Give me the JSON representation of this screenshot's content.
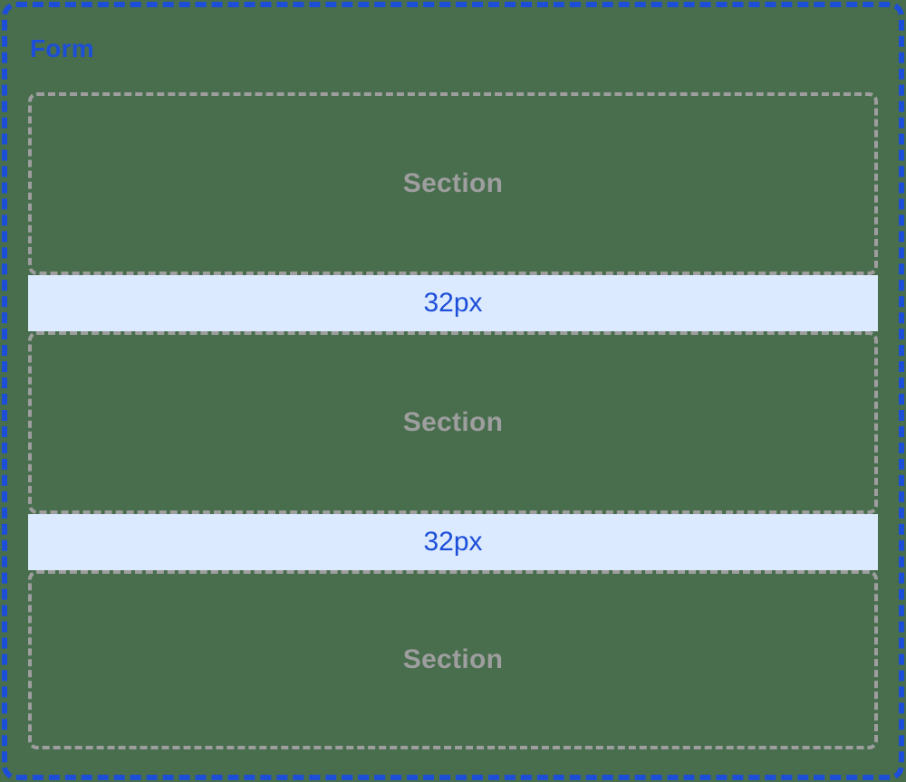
{
  "colors": {
    "background": "#486e4e",
    "form_accent": "#1d4ed8",
    "section_gray": "#9e9e9e",
    "spacer_bg": "#dbeafe",
    "spacer_text": "#1d4ed8"
  },
  "form": {
    "label": "Form",
    "sections": [
      {
        "label": "Section"
      },
      {
        "label": "Section"
      },
      {
        "label": "Section"
      }
    ],
    "spacers": [
      {
        "label": "32px"
      },
      {
        "label": "32px"
      }
    ]
  }
}
